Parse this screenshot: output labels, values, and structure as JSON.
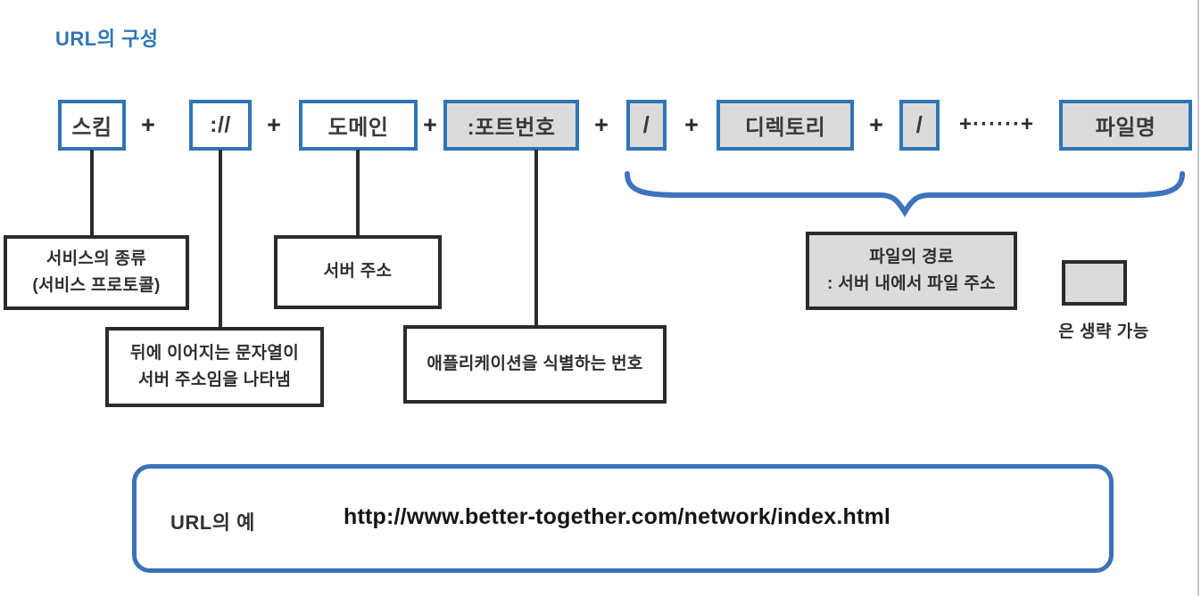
{
  "title": "URL의 구성",
  "formula": {
    "plus": "+",
    "ellipsis_plus": "+······+",
    "parts": [
      {
        "label": "스킴",
        "optional": false
      },
      {
        "label": "://",
        "optional": false
      },
      {
        "label": "도메인",
        "optional": false
      },
      {
        "label": ":포트번호",
        "optional": true
      },
      {
        "label": "/",
        "optional": true
      },
      {
        "label": "디렉토리",
        "optional": true
      },
      {
        "label": "/",
        "optional": true
      },
      {
        "label": "파일명",
        "optional": true
      }
    ]
  },
  "annotations": {
    "scheme_line1": "서비스의 종류",
    "scheme_line2": "(서비스 프로토콜)",
    "domain": "서버 주소",
    "separator_line1": "뒤에 이어지는 문자열이",
    "separator_line2": "서버 주소임을 나타냄",
    "port": "애플리케이션을 식별하는 번호",
    "path_line1": "파일의 경로",
    "path_line2": ": 서버 내에서 파일 주소"
  },
  "legend": {
    "text": "은 생략 가능"
  },
  "example": {
    "label": "URL의 예",
    "url": "http://www.better-together.com/network/index.html"
  },
  "colors": {
    "accent_blue": "#2E75B6",
    "brace_blue": "#3E73BD",
    "optional_gray": "#DBDBDB",
    "line_dark": "#2B2B2B"
  }
}
